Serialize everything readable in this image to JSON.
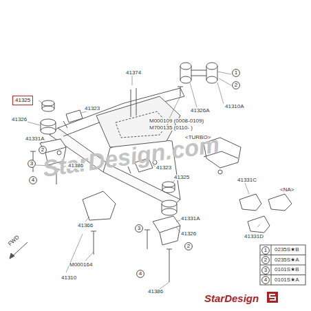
{
  "diagram": {
    "nodes": [
      {
        "text": [
          "41325"
        ]
      },
      {
        "text": [
          "1"
        ]
      },
      {
        "text": [
          "2"
        ]
      },
      {
        "text": [
          "2"
        ]
      },
      {
        "text": [
          "3"
        ]
      },
      {
        "text": [
          "4"
        ]
      },
      {
        "text": [
          "3"
        ]
      },
      {
        "text": [
          "4"
        ]
      },
      {
        "text": [
          "2"
        ]
      },
      {
        "text": [
          "1"
        ]
      },
      {
        "text": [
          "2"
        ]
      },
      {
        "text": [
          "3"
        ]
      },
      {
        "text": [
          "4"
        ]
      }
    ],
    "labels": [
      "41326",
      "41331A",
      "41386",
      "41310",
      "41323",
      "41374",
      "41310A",
      "41326A",
      "M000109 (0008-0109)",
      "M700135 (0110- )",
      "<TURBO>",
      "41331C",
      "<NA>",
      "41331D",
      "41323",
      "41366",
      "M000164",
      "41325",
      "41331A",
      "41326",
      "41386",
      "FWD",
      "0235S★B",
      "0235S★A",
      "0101S★B",
      "0101S★A",
      "StarDesign.com",
      "StarDesign"
    ]
  }
}
